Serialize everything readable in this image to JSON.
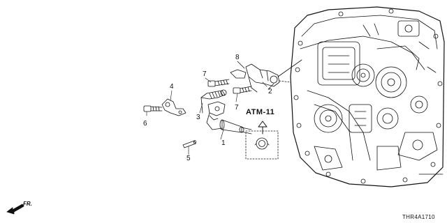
{
  "callouts": {
    "c1": "1",
    "c2": "2",
    "c3": "3",
    "c4": "4",
    "c5": "5",
    "c6": "6",
    "c7a": "7",
    "c7b": "7",
    "c8": "8"
  },
  "reference": {
    "label": "ATM-11"
  },
  "direction": {
    "label": "FR."
  },
  "diagram_code": "THR4A1710",
  "icons": {
    "direction": "front-direction-arrow-icon",
    "reference": "up-arrow-icon"
  }
}
